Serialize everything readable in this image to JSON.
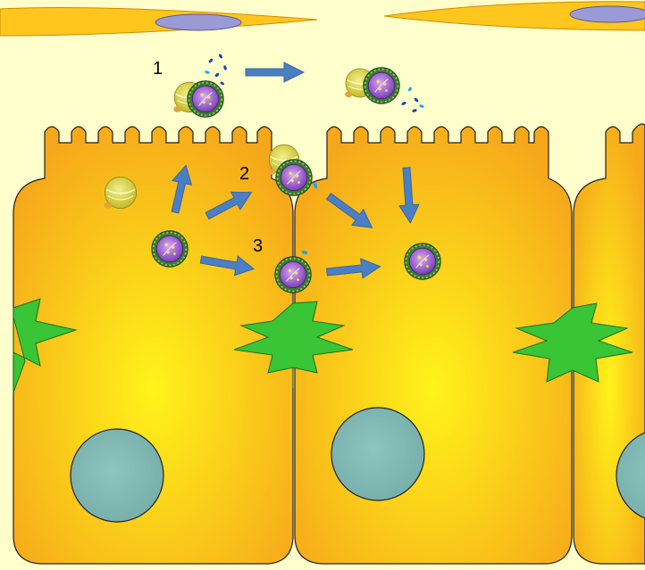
{
  "colors": {
    "background": "#ffffcc",
    "cell_center": "#fff31a",
    "cell_edge": "#f6a81a",
    "cell_outline": "#222222",
    "top_cell": "#ffc61e",
    "top_nucleus": "#9a9ad6",
    "nucleus": "#80b8b4",
    "junction": "#39c535",
    "arrow": "#4a7fc4",
    "antibody_dark": "#1d3fb8",
    "antibody_light": "#21a6e8",
    "virion_capsid": "#8a4fc2",
    "virion_envelope": "#4f8f3a",
    "bacterium": "#d8d23a"
  },
  "step_labels": [
    {
      "id": "1",
      "text": "1"
    },
    {
      "id": "2",
      "text": "2"
    },
    {
      "id": "3",
      "text": "3"
    }
  ],
  "icons": {
    "virion": "virion-icon",
    "bacterium": "bacterium-icon",
    "antibody": "antibody-icon",
    "arrow": "arrow-icon",
    "nucleus": "nucleus-icon",
    "junction": "tight-junction-icon"
  }
}
